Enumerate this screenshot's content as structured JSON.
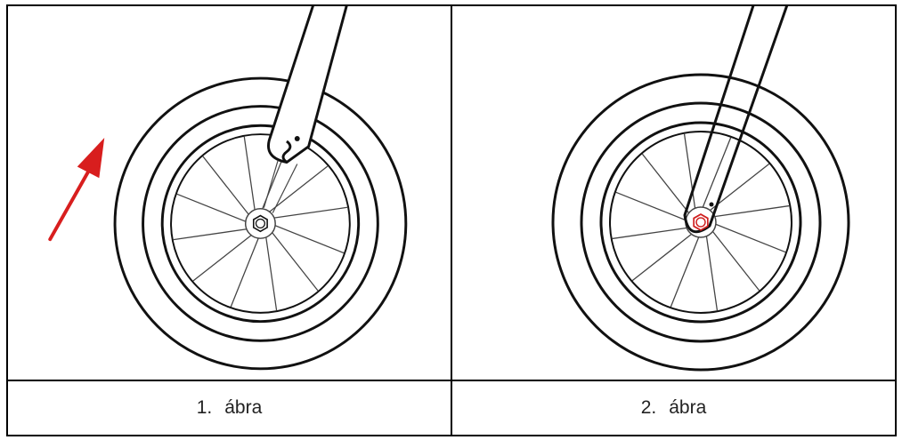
{
  "figures": [
    {
      "number": "1.",
      "caption": "ábra",
      "show_arrow": true,
      "highlight_axle": false
    },
    {
      "number": "2.",
      "caption": "ábra",
      "show_arrow": false,
      "highlight_axle": true
    }
  ],
  "colors": {
    "line": "#111111",
    "spoke": "#444444",
    "arrow": "#d81e1e",
    "highlight": "#d02020"
  }
}
